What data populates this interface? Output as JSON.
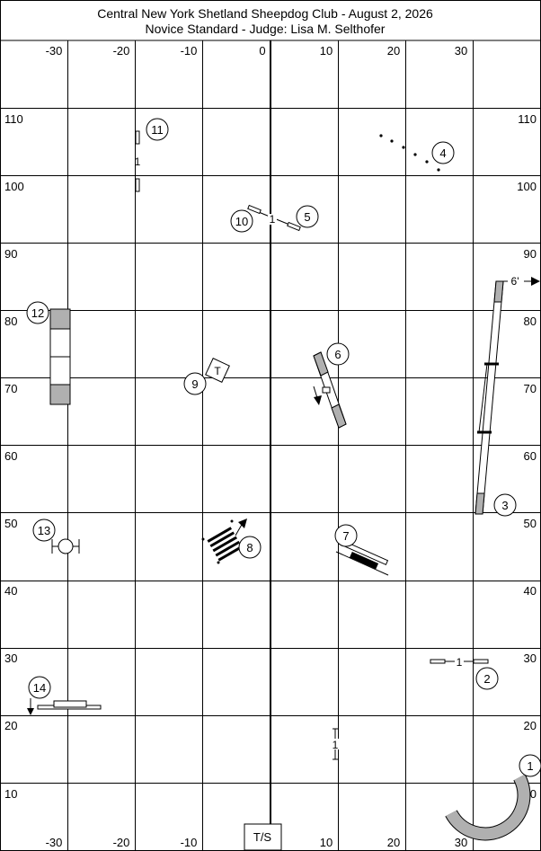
{
  "header": {
    "title": "Central New York Shetland Sheepdog Club - August 2, 2026",
    "subtitle": "Novice Standard - Judge: Lisa M. Selthofer"
  },
  "axes": {
    "x_top_labels": [
      "-30",
      "-20",
      "-10",
      "0",
      "10",
      "20",
      "30"
    ],
    "x_bottom_labels": [
      "-30",
      "-20",
      "-10",
      "10",
      "20",
      "30"
    ],
    "y_left_labels": [
      "110",
      "100",
      "90",
      "80",
      "70",
      "60",
      "50",
      "40",
      "30",
      "20",
      "10"
    ],
    "y_right_labels": [
      "110",
      "100",
      "90",
      "80",
      "70",
      "60",
      "50",
      "40",
      "30",
      "20",
      "0"
    ]
  },
  "obstacles": {
    "n1": "1",
    "n2": "2",
    "n3": "3",
    "n4": "4",
    "n5": "5",
    "n6": "6",
    "n7": "7",
    "n8": "8",
    "n9": "9",
    "n10": "10",
    "n11": "11",
    "n12": "12",
    "n13": "13",
    "n14": "14",
    "bar_label": "1",
    "table_label": "T",
    "start_label": "T/S",
    "dogwalk_height": "6'"
  },
  "colors": {
    "gray": "#b0b0b0",
    "black": "#000000"
  }
}
